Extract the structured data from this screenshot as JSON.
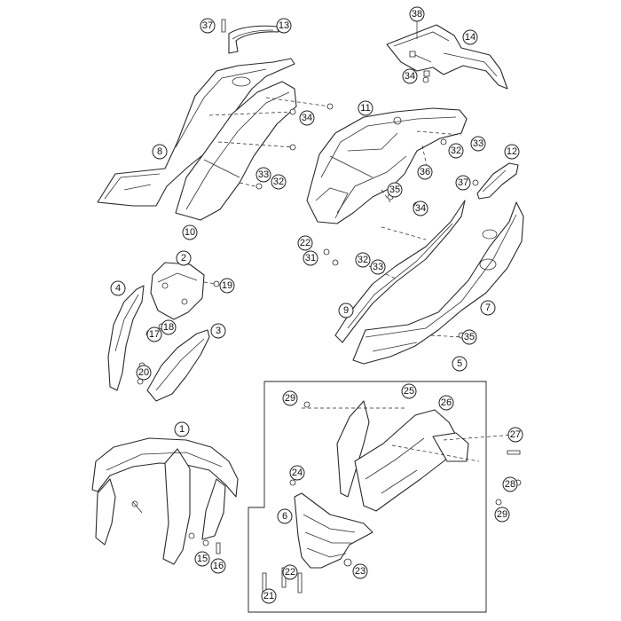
{
  "callouts": {
    "c1": "1",
    "c2": "2",
    "c3": "3",
    "c4": "4",
    "c5": "5",
    "c6": "6",
    "c7": "7",
    "c8": "8",
    "c9": "9",
    "c10": "10",
    "c11": "11",
    "c12": "12",
    "c13": "13",
    "c14": "14",
    "c15": "15",
    "c16": "16",
    "c17": "17",
    "c18": "18",
    "c19": "19",
    "c20": "20",
    "c21": "21",
    "c22a": "22",
    "c22b": "22",
    "c23": "23",
    "c24": "24",
    "c25": "25",
    "c26": "26",
    "c27": "27",
    "c28": "28",
    "c29a": "29",
    "c29b": "29",
    "c31": "31",
    "c32a": "32",
    "c32b": "32",
    "c32c": "32",
    "c33a": "33",
    "c33b": "33",
    "c33c": "33",
    "c34a": "34",
    "c34b": "34",
    "c34c": "34",
    "c35a": "35",
    "c35b": "35",
    "c36": "36",
    "c37a": "37",
    "c37b": "37",
    "c38": "38"
  }
}
